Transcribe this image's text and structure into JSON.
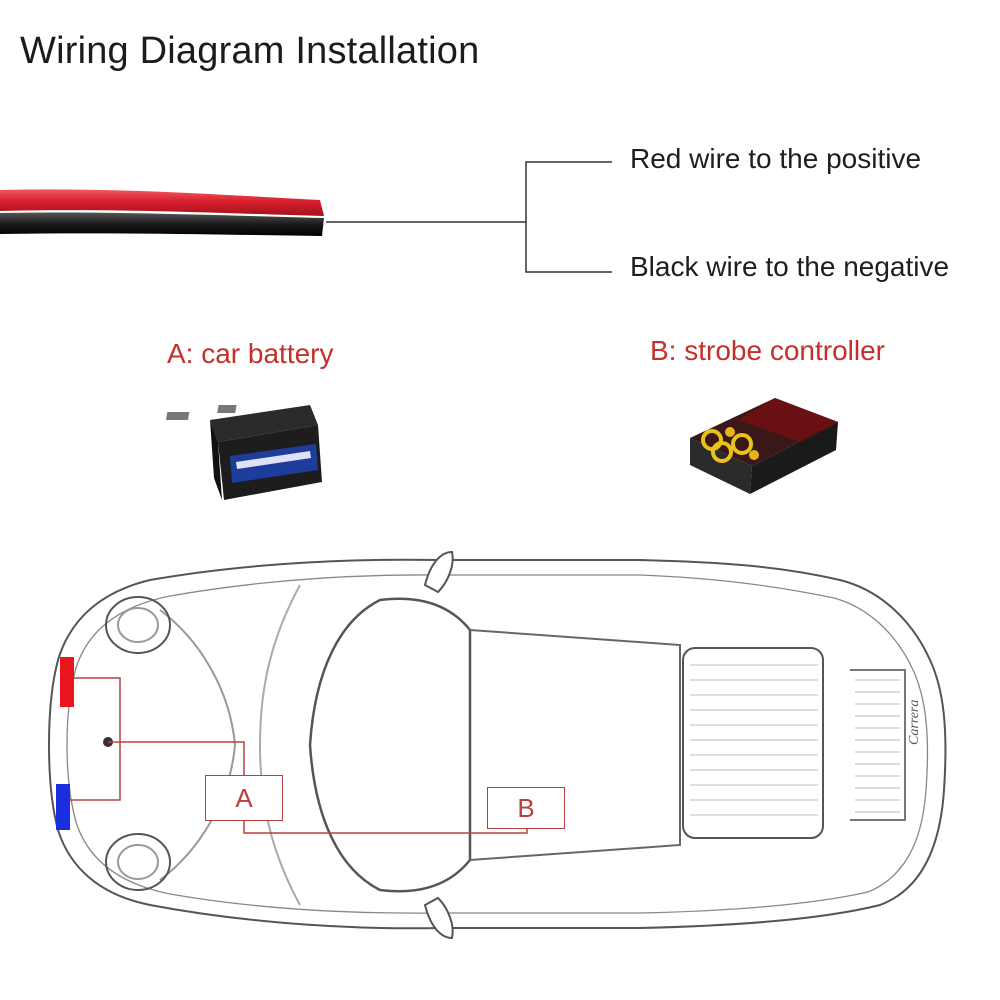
{
  "header": {
    "title": "Wiring Diagram Installation"
  },
  "wire": {
    "red_label": "Red wire to the positive",
    "black_label": "Black wire to the negative",
    "red_color": "#d81e2c",
    "black_color": "#1a1a1a"
  },
  "components": {
    "a_label": "A: car battery",
    "b_label": "B: strobe controller",
    "label_color": "#c4302b"
  },
  "diagram": {
    "box_a": "A",
    "box_b": "B",
    "line_color": "#b84040",
    "light_red": "#e8141e",
    "light_blue": "#1a2ee0",
    "car_badge": "Carrera"
  }
}
